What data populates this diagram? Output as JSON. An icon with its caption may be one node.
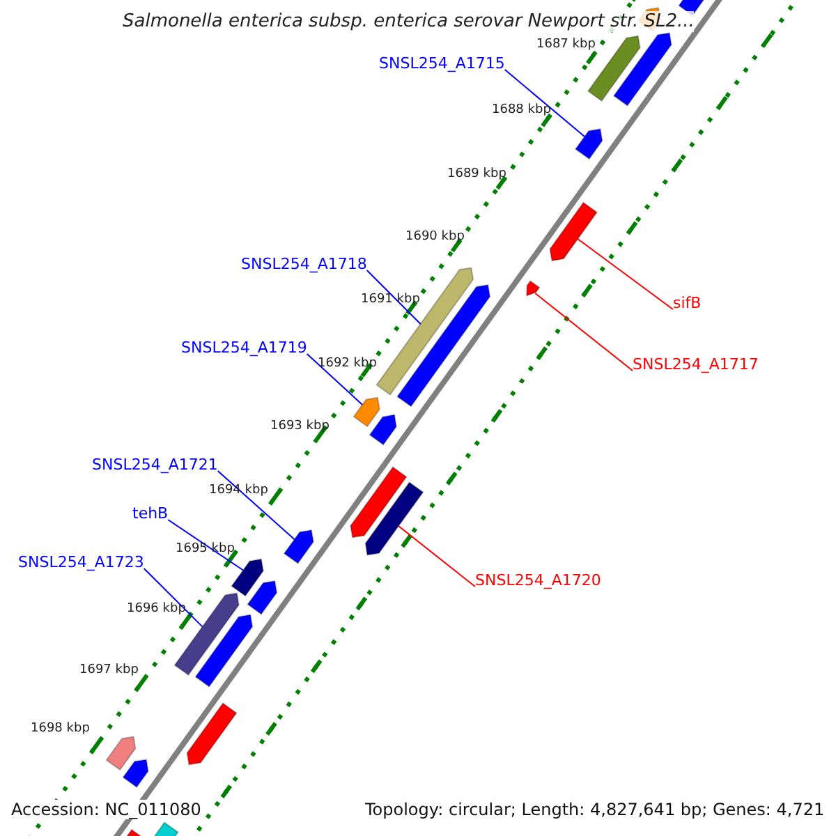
{
  "diagram": {
    "title": "Salmonella enterica subsp. enterica serovar Newport str. SL2...",
    "nodes": [
      {
        "text": [
          "SNSL254_A1715"
        ]
      },
      {
        "text": [
          "SNSL254_A1718"
        ]
      },
      {
        "text": [
          "sifB"
        ]
      },
      {
        "text": [
          "SNSL254_A1719"
        ]
      },
      {
        "text": [
          "SNSL254_A1717"
        ]
      },
      {
        "text": [
          "SNSL254_A1721"
        ]
      },
      {
        "text": [
          "tehB"
        ]
      },
      {
        "text": [
          "SNSL254_A1720"
        ]
      },
      {
        "text": [
          "SNSL254_A1723"
        ]
      },
      {
        "text": [],
        "shape": "arrow"
      },
      {
        "text": [],
        "shape": "arrow"
      },
      {
        "text": [],
        "shape": "arrow"
      },
      {
        "text": [],
        "shape": "arrow"
      },
      {
        "text": [],
        "shape": "arrow"
      },
      {
        "text": [],
        "shape": "arrow"
      },
      {
        "text": [],
        "shape": "arrow"
      },
      {
        "text": [],
        "shape": "arrow"
      },
      {
        "text": [],
        "shape": "arrow"
      },
      {
        "text": [],
        "shape": "arrow"
      },
      {
        "text": [],
        "shape": "arrow"
      },
      {
        "text": [],
        "shape": "arrow"
      },
      {
        "text": [],
        "shape": "arrow"
      },
      {
        "text": [],
        "shape": "arrow"
      },
      {
        "text": [],
        "shape": "arrow"
      },
      {
        "text": [],
        "shape": "arrow"
      },
      {
        "text": [],
        "shape": "arrow"
      },
      {
        "text": [],
        "shape": "arrow"
      },
      {
        "text": [],
        "shape": "arrow"
      },
      {
        "text": [],
        "shape": "arrow"
      },
      {
        "text": [],
        "shape": "arrow"
      },
      {
        "text": [],
        "shape": "arrow"
      },
      {
        "text": [],
        "shape": "arrow"
      }
    ],
    "edges": [
      {
        "from": 0,
        "to": 13,
        "arrow": "none"
      },
      {
        "from": 1,
        "to": 16,
        "arrow": "none"
      },
      {
        "from": 2,
        "to": 14,
        "arrow": "none",
        "color": "#ff0000"
      },
      {
        "from": 3,
        "to": 18,
        "arrow": "none"
      },
      {
        "from": 4,
        "to": 15,
        "arrow": "none",
        "color": "#ff0000"
      },
      {
        "from": 5,
        "to": 22,
        "arrow": "none"
      },
      {
        "from": 6,
        "to": 23,
        "arrow": "none"
      },
      {
        "from": 7,
        "to": 21,
        "arrow": "none",
        "color": "#ff0000"
      },
      {
        "from": 8,
        "to": 25,
        "arrow": "none"
      }
    ],
    "labels": [
      "1687 kbp",
      "1688 kbp",
      "1689 kbp",
      "1690 kbp",
      "1691 kbp",
      "1692 kbp",
      "1693 kbp",
      "1694 kbp",
      "1695 kbp",
      "1696 kbp",
      "1697 kbp",
      "1698 kbp",
      "Accession: NC_011080",
      "Topology: circular; Length: 4,827,641 bp; Genes: 4,721"
    ]
  }
}
